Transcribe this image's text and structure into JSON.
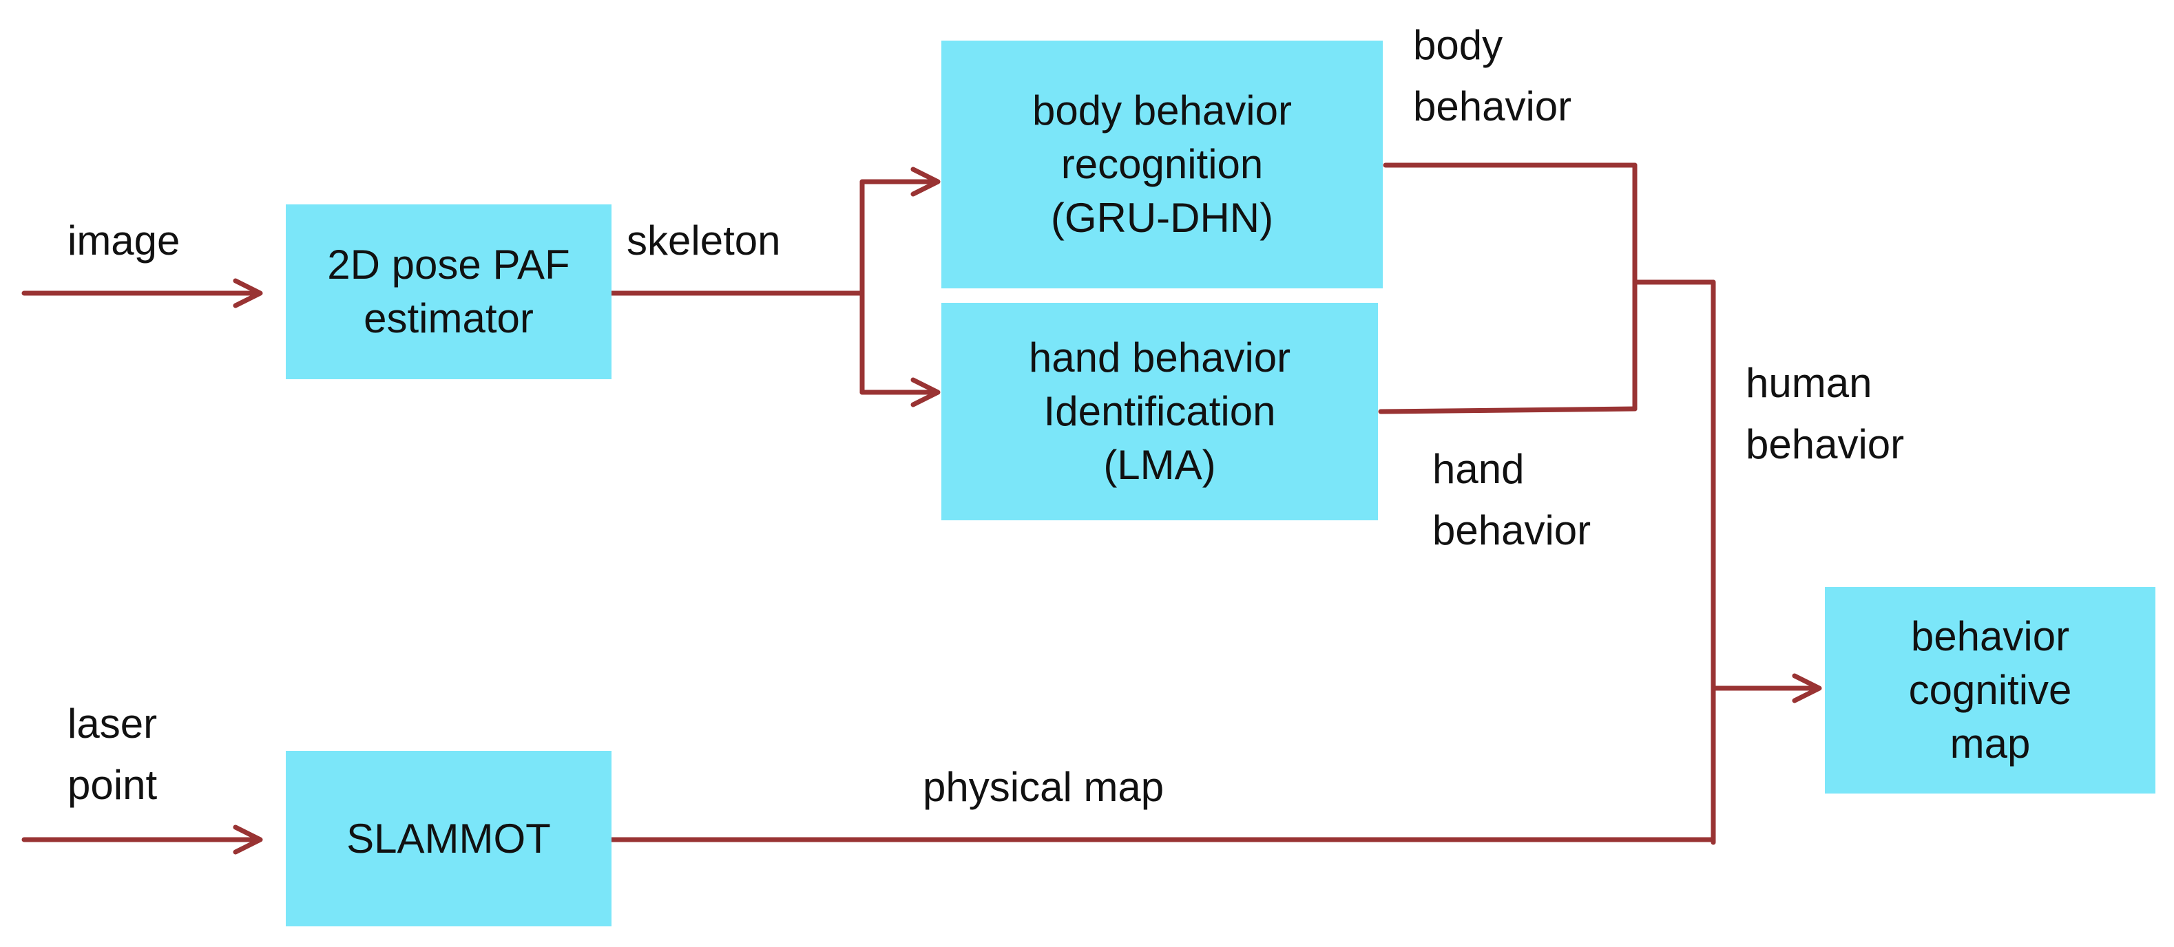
{
  "colors": {
    "box_fill": "#7be6f9",
    "connector": "#993333",
    "text": "#111111",
    "background": "#ffffff"
  },
  "nodes": {
    "pose_estimator": {
      "text": "2D pose PAF\nestimator"
    },
    "body_recognition": {
      "text": "body behavior\nrecognition\n(GRU-DHN)"
    },
    "hand_identification": {
      "text": "hand behavior\nIdentification\n(LMA)"
    },
    "slammot": {
      "text": "SLAMMOT"
    },
    "cognitive_map": {
      "text": "behavior\ncognitive\nmap"
    }
  },
  "edge_labels": {
    "image": "image",
    "skeleton": "skeleton",
    "body_behavior": "body\nbehavior",
    "hand_behavior": "hand\nbehavior",
    "human_behavior": "human\nbehavior",
    "laser_point": "laser\npoint",
    "physical_map": "physical map"
  }
}
